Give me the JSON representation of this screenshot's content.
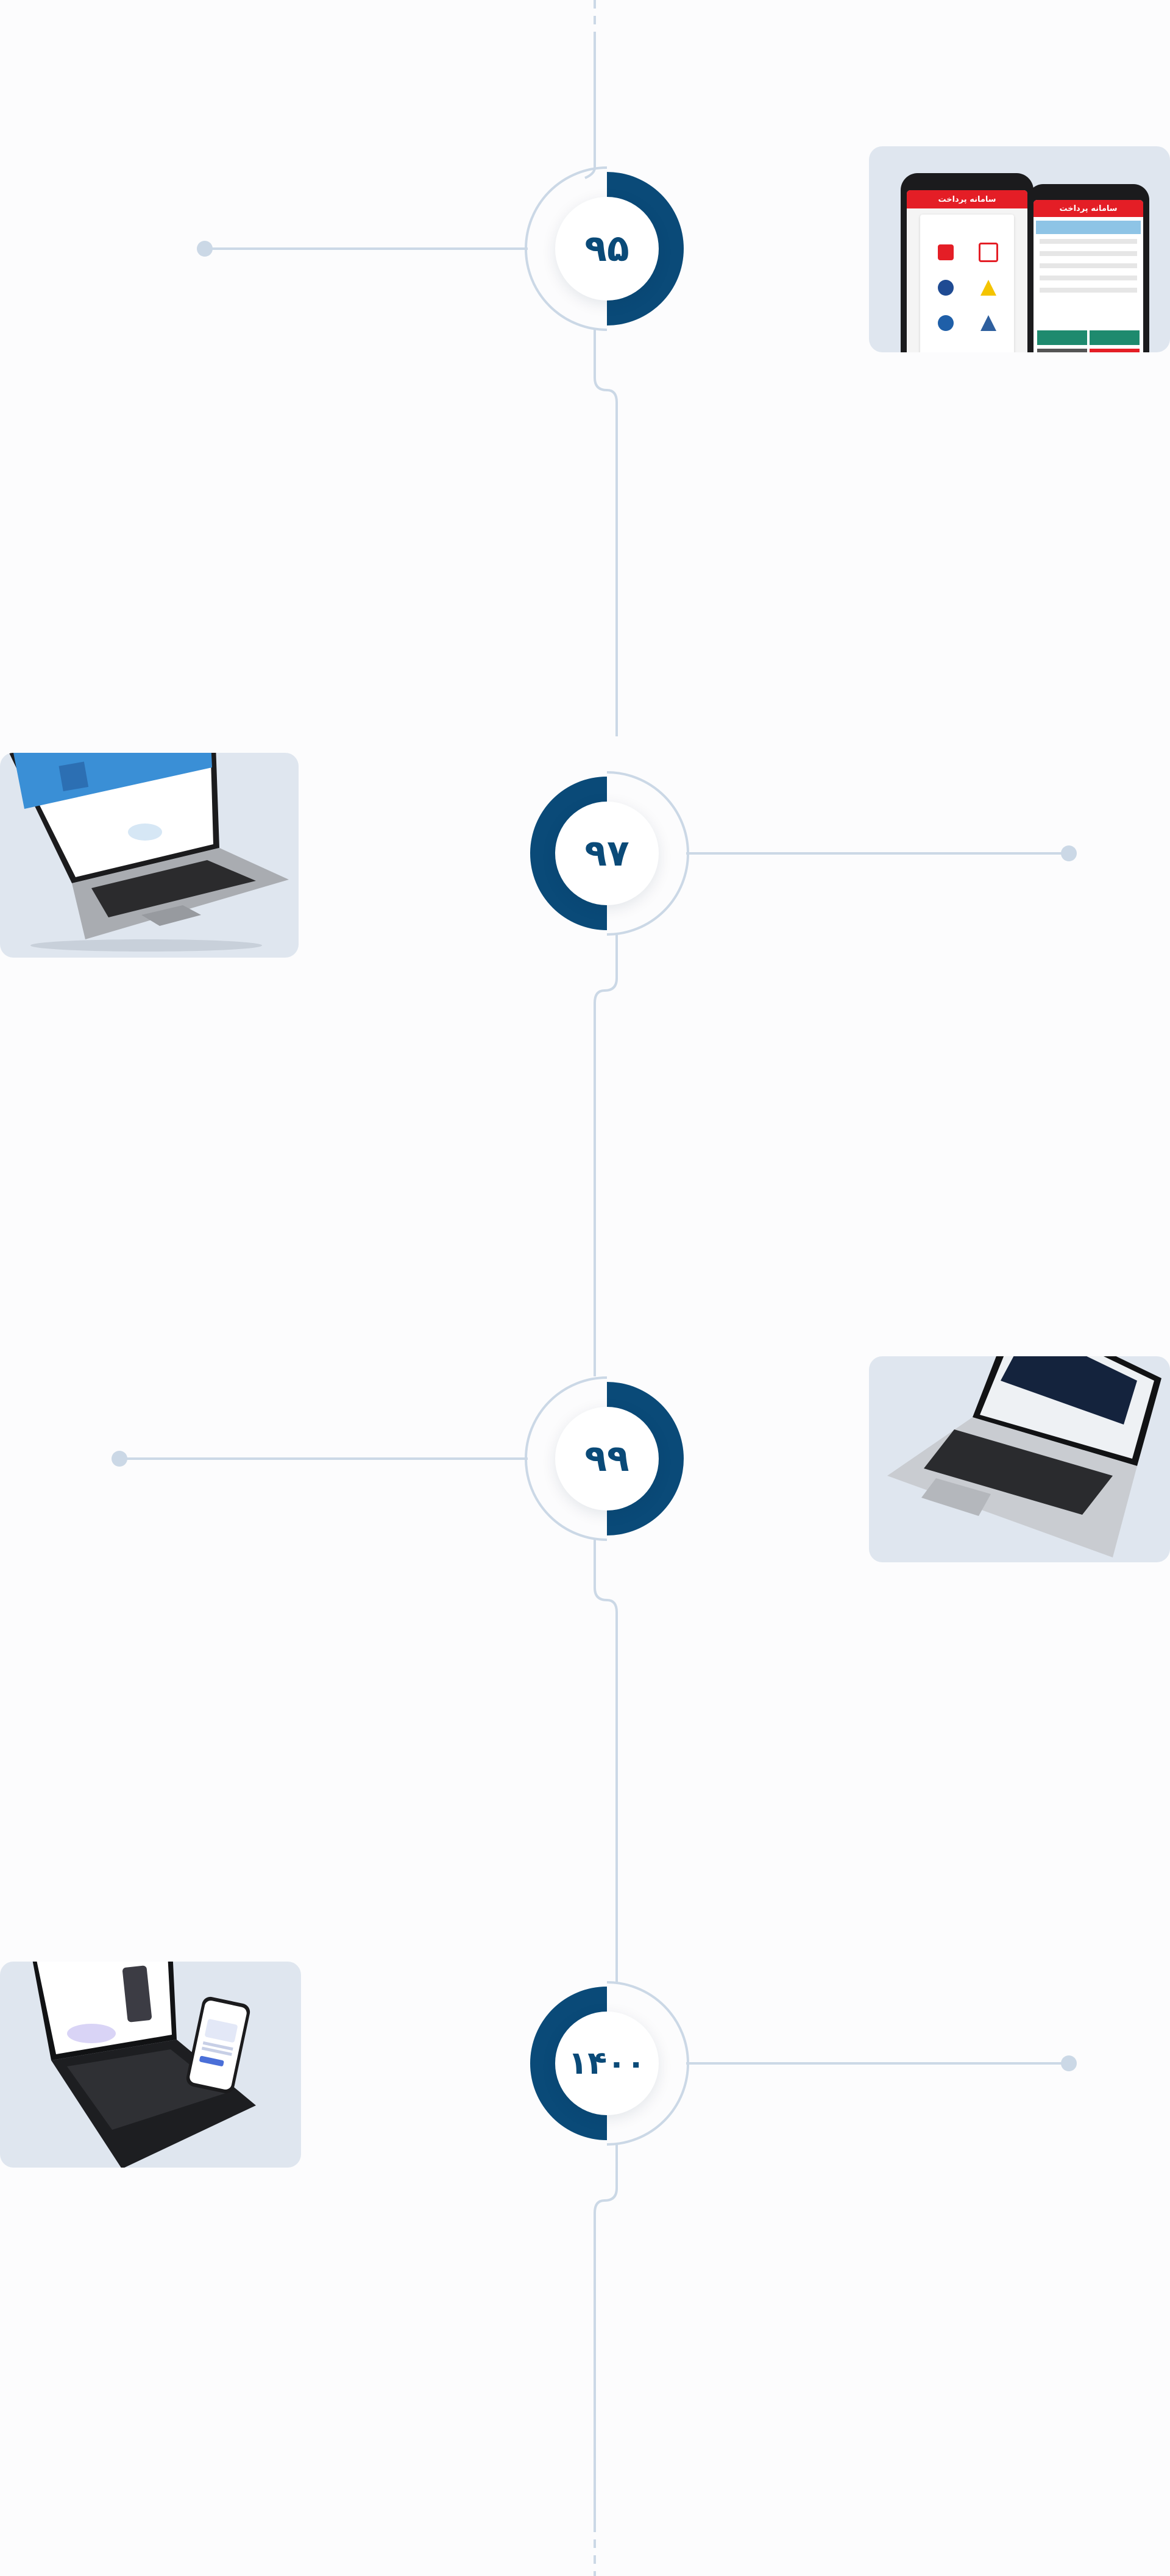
{
  "timeline": {
    "items": [
      {
        "year": "۹۵",
        "side": "right",
        "image": "mobile-app-mockup"
      },
      {
        "year": "۹۷",
        "side": "left",
        "image": "laptop-website-mockup"
      },
      {
        "year": "۹۹",
        "side": "right",
        "image": "laptop-dark-screen-mockup"
      },
      {
        "year": "۱۴۰۰",
        "side": "left",
        "image": "laptop-phone-mockup"
      }
    ]
  },
  "mockups": {
    "phone_app_title": "سامانه پرداخت",
    "phone_app_title_2": "سامانه پرداخت"
  },
  "colors": {
    "accent": "#0a4a78",
    "line": "#cbd8e6",
    "card_bg": "#dfe6ef",
    "phone_header": "#e41e26"
  }
}
